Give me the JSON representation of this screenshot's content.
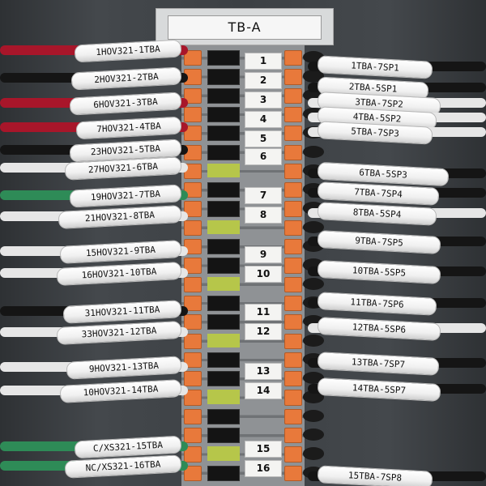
{
  "header": {
    "label": "TB-A"
  },
  "terminals": [
    "1",
    "2",
    "3",
    "4",
    "5",
    "6",
    "7",
    "8",
    "9",
    "10",
    "11",
    "12",
    "13",
    "14",
    "15",
    "16"
  ],
  "left_labels": [
    "1HOV321-1TBA",
    "2HOV321-2TBA",
    "6HOV321-3TBA",
    "7HOV321-4TBA",
    "23HOV321-5TBA",
    "27HOV321-6TBA",
    "19HOV321-7TBA",
    "21HOV321-8TBA",
    "15HOV321-9TBA",
    "16HOV321-10TBA",
    "31HOV321-11TBA",
    "33HOV321-12TBA",
    "9HOV321-13TBA",
    "10HOV321-14TBA",
    "C/XS321-15TBA",
    "NC/XS321-16TBA"
  ],
  "right_labels": [
    "1TBA-7SP1",
    "2TBA-5SP1",
    "3TBA-7SP2",
    "4TBA-5SP2",
    "5TBA-7SP3",
    "6TBA-5SP3",
    "7TBA-7SP4",
    "8TBA-5SP4",
    "9TBA-7SP5",
    "10TBA-5SP5",
    "11TBA-7SP6",
    "12TBA-5SP6",
    "13TBA-7SP7",
    "14TBA-5SP7",
    "15TBA-7SP8"
  ],
  "colors": {
    "orange": "#e8793b",
    "ground_yellow_green": "#b6c64a",
    "wire_red": "#a8162a",
    "wire_black": "#151515",
    "wire_white": "#e6e6e6",
    "wire_green": "#2e8b57"
  }
}
